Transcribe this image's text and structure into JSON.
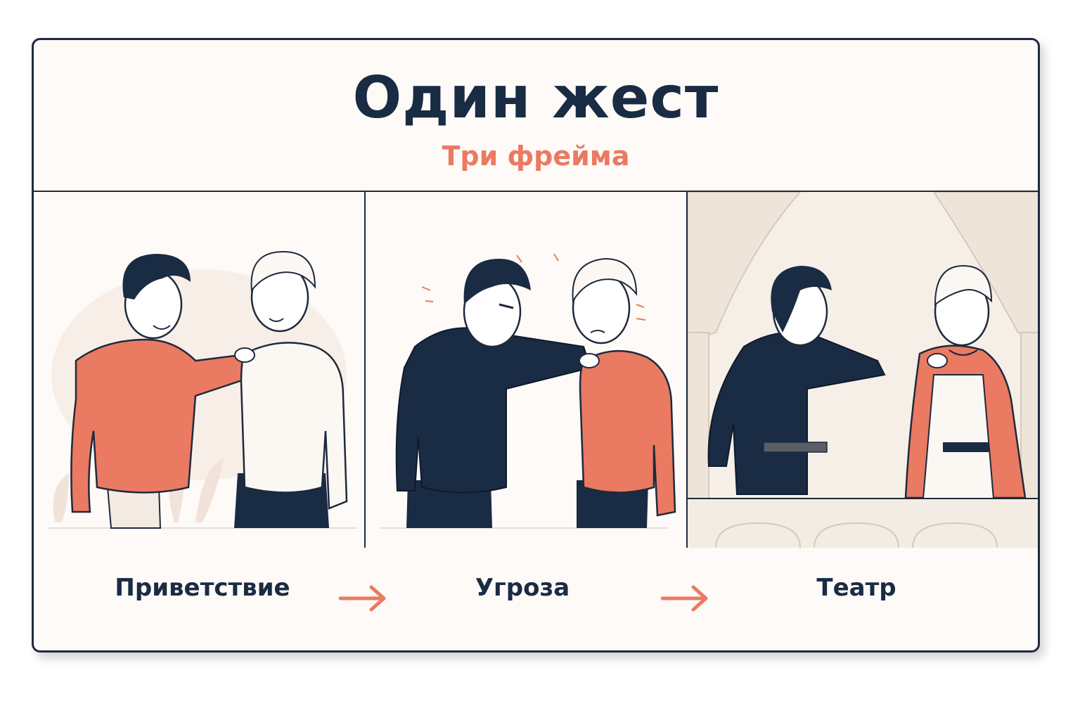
{
  "header": {
    "title": "Один жест",
    "subtitle": "Три фрейма"
  },
  "frames": [
    {
      "label": "Приветствие"
    },
    {
      "label": "Угроза"
    },
    {
      "label": "Театр"
    }
  ],
  "colors": {
    "navy": "#1a2b44",
    "coral": "#ea7a62",
    "paper": "#fdfaf7"
  }
}
